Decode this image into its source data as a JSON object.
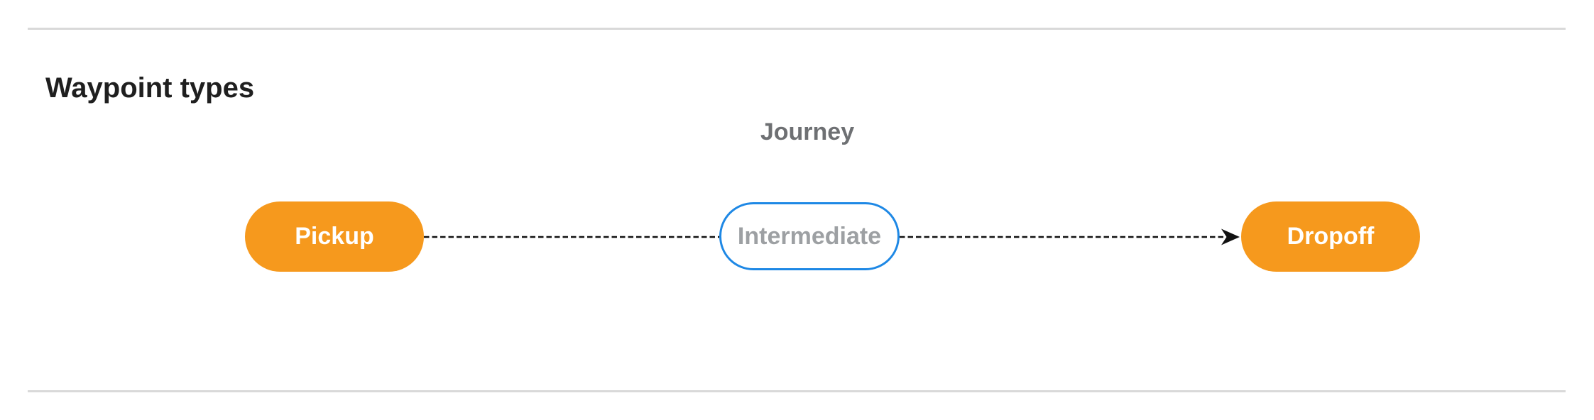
{
  "page": {
    "title": "Waypoint types"
  },
  "diagram": {
    "group_label": "Journey",
    "nodes": [
      {
        "id": "pickup",
        "label": "Pickup",
        "type": "terminal"
      },
      {
        "id": "intermediate",
        "label": "Intermediate",
        "type": "intermediate"
      },
      {
        "id": "dropoff",
        "label": "Dropoff",
        "type": "terminal"
      }
    ],
    "connections": [
      {
        "from": "pickup",
        "to": "intermediate",
        "style": "dashed",
        "arrow": false
      },
      {
        "from": "intermediate",
        "to": "dropoff",
        "style": "dashed",
        "arrow": true
      }
    ],
    "colors": {
      "terminal_fill": "#F6991D",
      "terminal_text": "#FFFFFF",
      "intermediate_border": "#1E88E5",
      "intermediate_text": "#9DA0A3",
      "group_label_text": "#6E7073",
      "heading_text": "#1F1F1F",
      "connector": "#111111",
      "divider": "#D9D9D9"
    }
  }
}
